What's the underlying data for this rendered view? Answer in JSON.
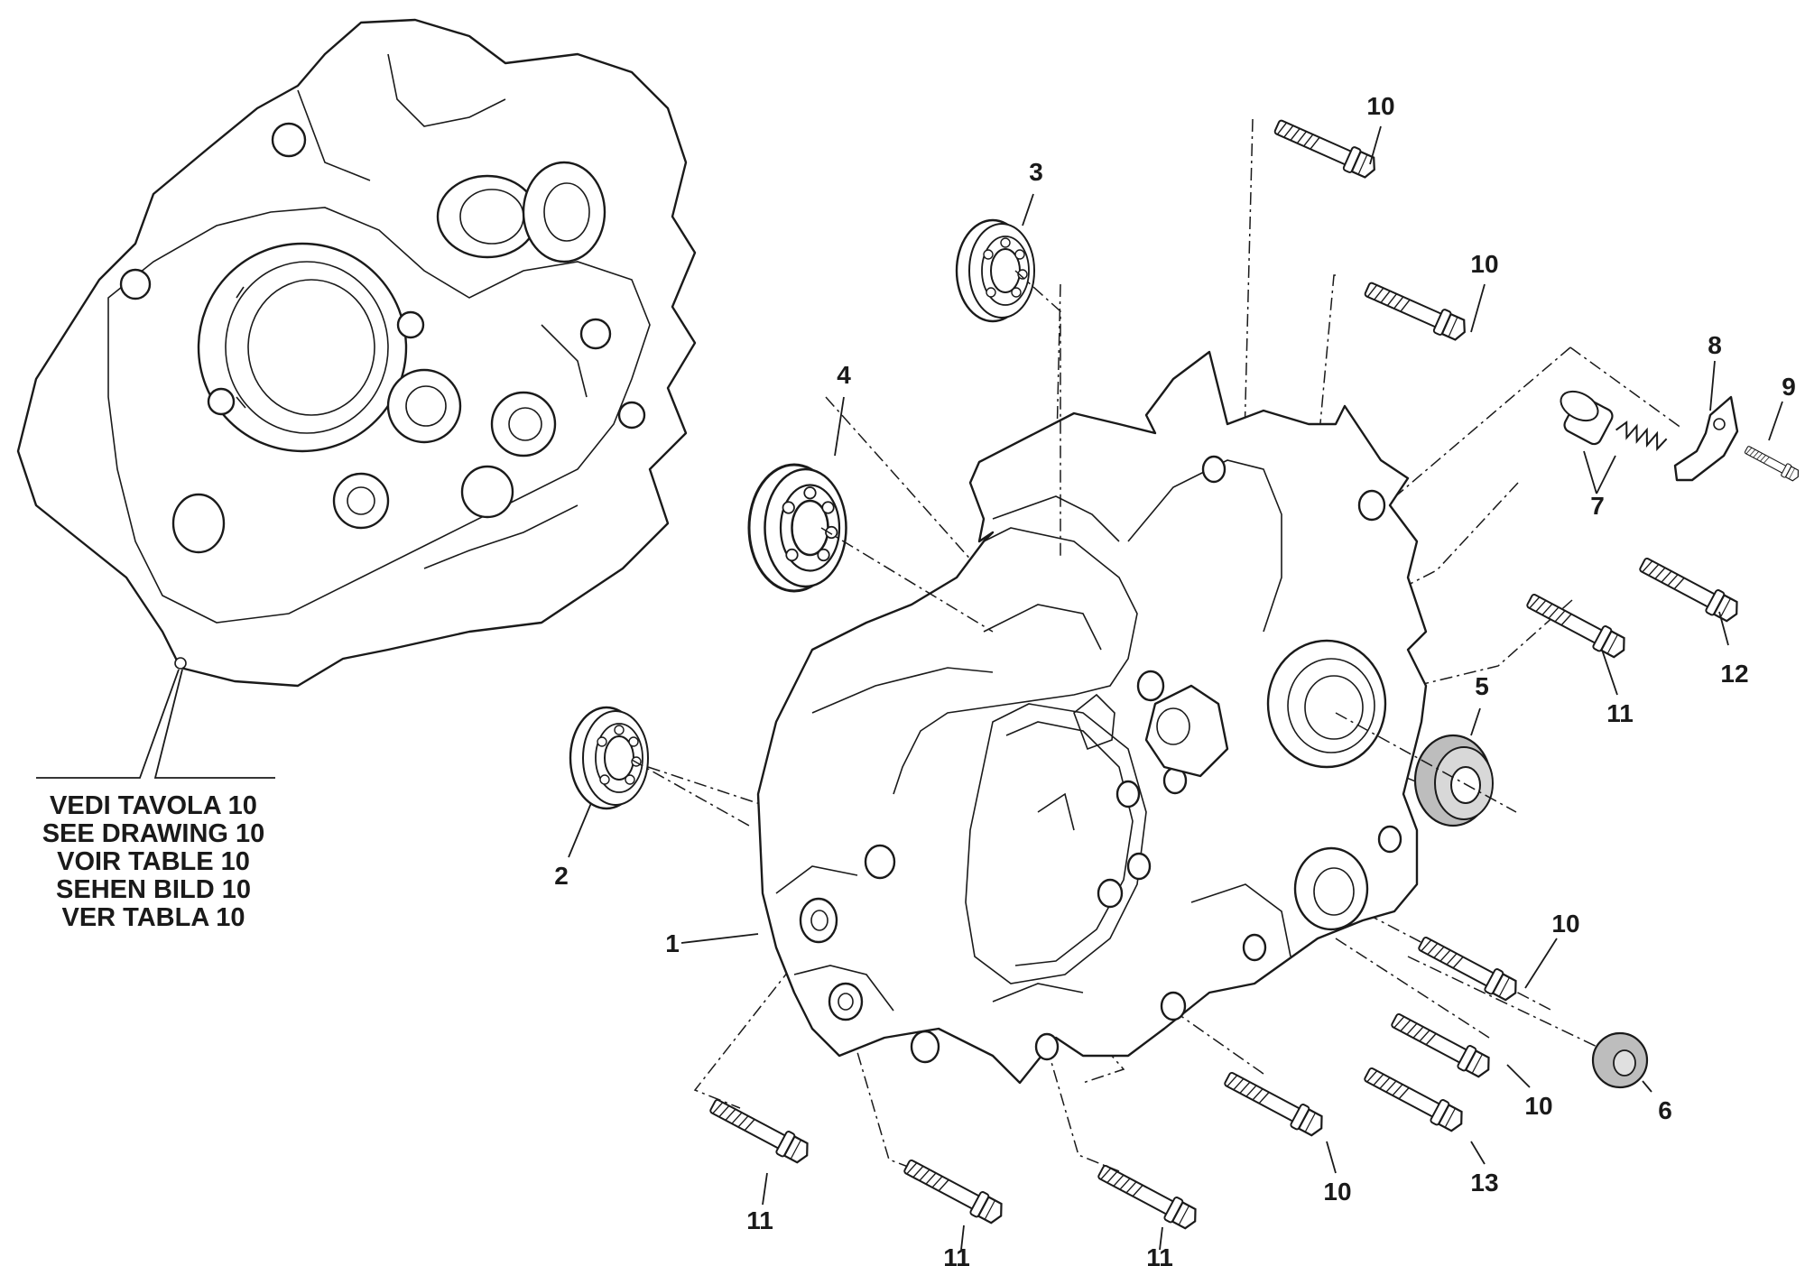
{
  "reference_note": {
    "lines": [
      "VEDI TAVOLA 10",
      "SEE DRAWING 10",
      "VOIR TABLE 10",
      "SEHEN BILD 10",
      "VER TABLA 10"
    ]
  },
  "callouts": {
    "c1": "1",
    "c2": "2",
    "c3": "3",
    "c4": "4",
    "c5": "5",
    "c6": "6",
    "c7": "7",
    "c8": "8",
    "c9": "9",
    "c10a": "10",
    "c10b": "10",
    "c10c": "10",
    "c10d": "10",
    "c10e": "10",
    "c11a": "11",
    "c11b": "11",
    "c11c": "11",
    "c11d": "11",
    "c12": "12",
    "c13": "13"
  }
}
